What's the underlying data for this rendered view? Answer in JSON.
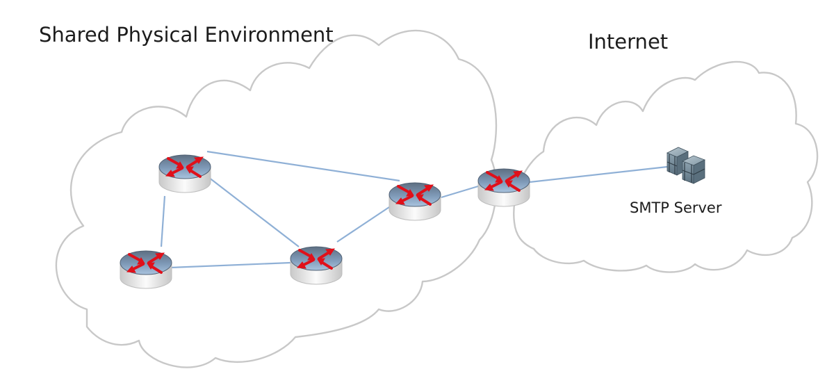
{
  "diagram": {
    "regions": [
      {
        "id": "shared",
        "label": "Shared Physical Environment",
        "shape": "cloud"
      },
      {
        "id": "internet",
        "label": "Internet",
        "shape": "cloud"
      }
    ],
    "nodes": [
      {
        "id": "r1",
        "type": "router",
        "region": "shared",
        "label": ""
      },
      {
        "id": "r2",
        "type": "router",
        "region": "shared",
        "label": ""
      },
      {
        "id": "r3",
        "type": "router",
        "region": "shared",
        "label": ""
      },
      {
        "id": "r4",
        "type": "router",
        "region": "shared",
        "label": ""
      },
      {
        "id": "r5",
        "type": "router",
        "region": "boundary",
        "label": ""
      },
      {
        "id": "smtp",
        "type": "server",
        "region": "internet",
        "label": "SMTP Server"
      }
    ],
    "links": [
      {
        "from": "r1",
        "to": "r4"
      },
      {
        "from": "r1",
        "to": "r3"
      },
      {
        "from": "r1",
        "to": "r2"
      },
      {
        "from": "r2",
        "to": "r3"
      },
      {
        "from": "r3",
        "to": "r4"
      },
      {
        "from": "r4",
        "to": "r5"
      },
      {
        "from": "r5",
        "to": "smtp"
      }
    ],
    "colors": {
      "cloud_stroke": "#c8c8c8",
      "link": "#8fb0d6",
      "router_top": "#7f9ab8",
      "router_arrows": "#e0101a",
      "router_body": "#e4e4e4",
      "server": "#6f8796",
      "text": "#1c1c1c"
    }
  }
}
